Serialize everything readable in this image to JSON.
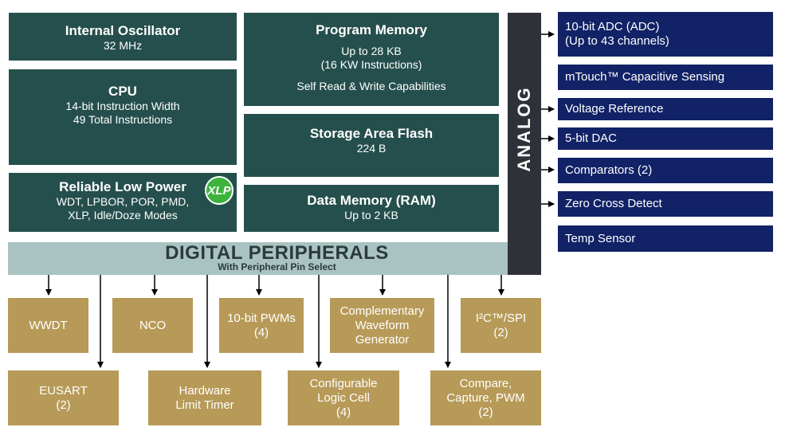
{
  "core_blocks": {
    "oscillator": {
      "title": "Internal Oscillator",
      "line1": "32 MHz"
    },
    "cpu": {
      "title": "CPU",
      "line1": "14-bit Instruction Width",
      "line2": "49 Total Instructions"
    },
    "low_power": {
      "title": "Reliable Low Power",
      "line1": "WDT, LPBOR, POR, PMD,",
      "line2": "XLP, Idle/Doze Modes",
      "badge": "XLP"
    },
    "program_memory": {
      "title": "Program Memory",
      "line1": "Up to 28 KB",
      "line2": "(16 KW Instructions)",
      "line3": "Self Read & Write Capabilities"
    },
    "storage_flash": {
      "title": "Storage Area Flash",
      "line1": "224 B"
    },
    "data_memory": {
      "title": "Data Memory (RAM)",
      "line1": "Up to 2 KB"
    }
  },
  "digital": {
    "title": "DIGITAL PERIPHERALS",
    "subtitle": "With Peripheral Pin Select",
    "top_row": [
      {
        "line1": "WWDT"
      },
      {
        "line1": "NCO"
      },
      {
        "line1": "10-bit PWMs",
        "line2": "(4)"
      },
      {
        "line1": "Complementary",
        "line2": "Waveform",
        "line3": "Generator"
      },
      {
        "line1": "I²C™/SPI",
        "line2": "(2)"
      }
    ],
    "bottom_row": [
      {
        "line1": "EUSART",
        "line2": "(2)"
      },
      {
        "line1": "Hardware",
        "line2": "Limit Timer"
      },
      {
        "line1": "Configurable",
        "line2": "Logic Cell",
        "line3": "(4)"
      },
      {
        "line1": "Compare,",
        "line2": "Capture, PWM",
        "line3": "(2)"
      }
    ]
  },
  "analog": {
    "title": "ANALOG",
    "items": [
      {
        "line1": "10-bit ADC (ADC)",
        "line2": "(Up to 43 channels)"
      },
      {
        "line1": "mTouch™ Capacitive Sensing"
      },
      {
        "line1": "Voltage Reference"
      },
      {
        "line1": "5-bit DAC"
      },
      {
        "line1": "Comparators (2)"
      },
      {
        "line1": "Zero Cross Detect"
      },
      {
        "line1": "Temp Sensor"
      }
    ]
  },
  "colors": {
    "core": "#254f4c",
    "peripheral": "#b79a57",
    "analog_item": "#112266",
    "analog_bar": "#2e3137",
    "banner": "#a9c3c3",
    "badge": "#3db33d"
  }
}
